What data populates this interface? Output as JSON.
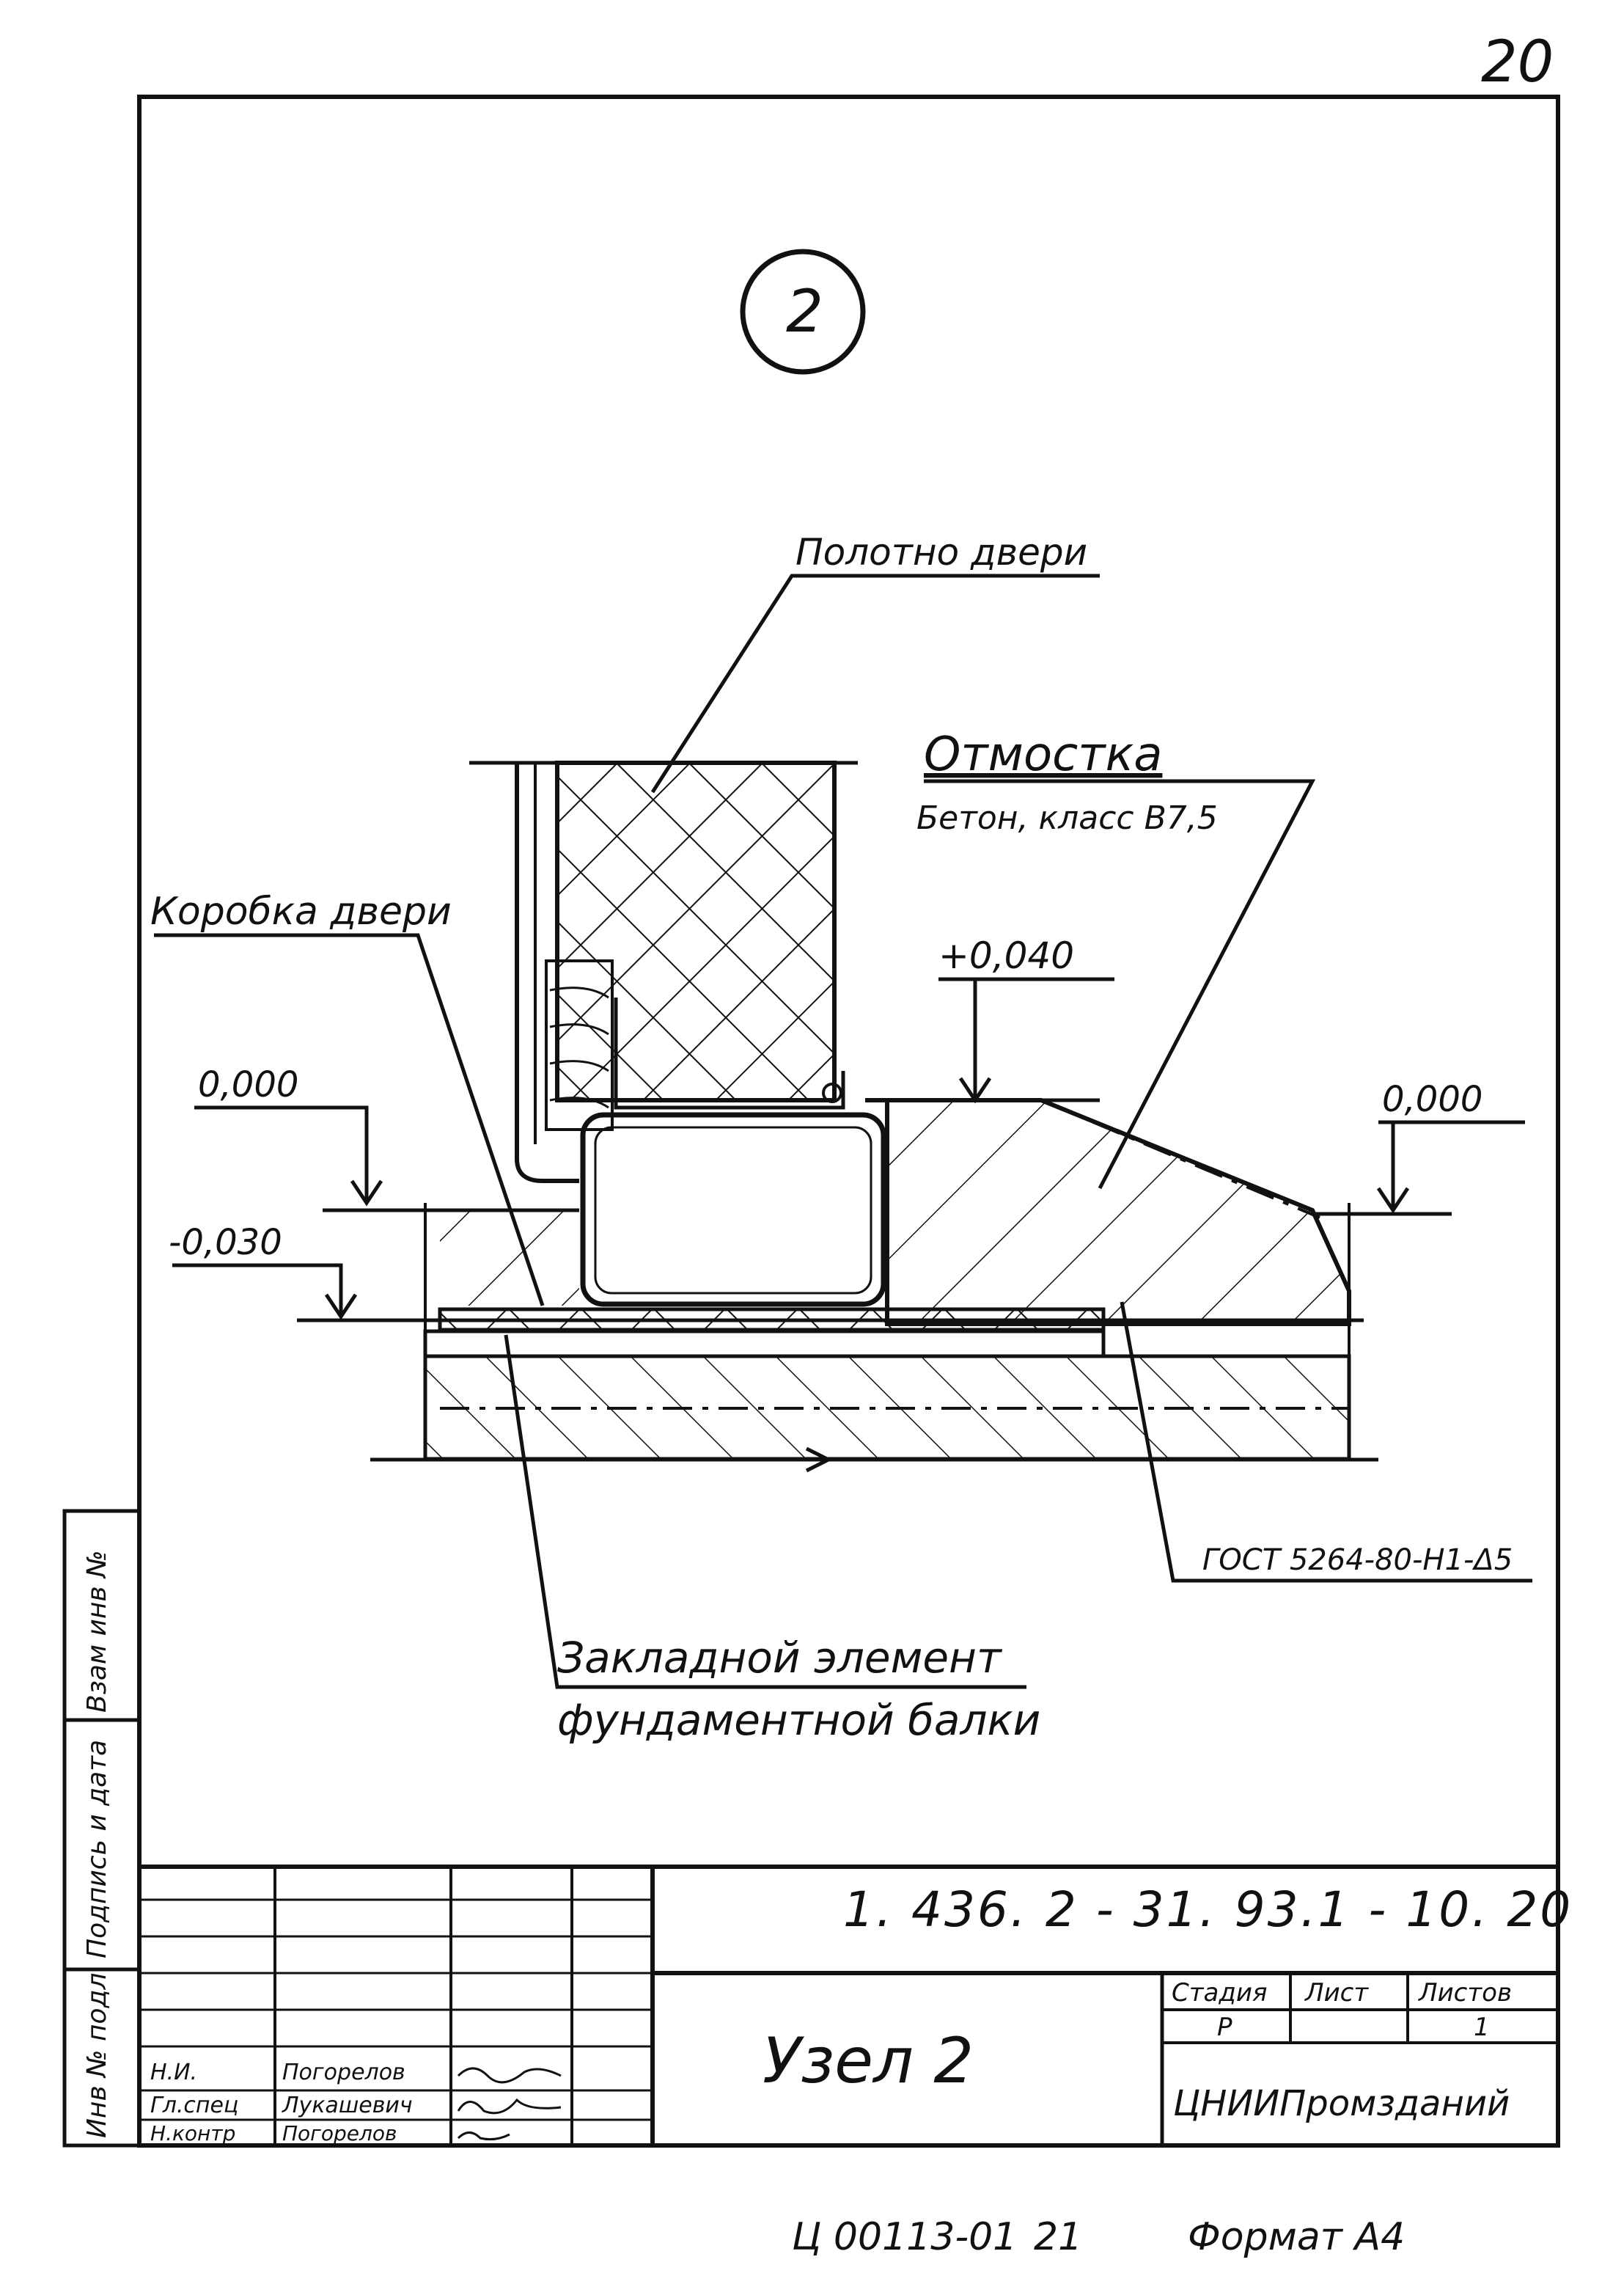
{
  "sheet_number": "20",
  "node_marker": "2",
  "labels": {
    "door_leaf": "Полотно двери",
    "blind_area": "Отмостка",
    "blind_area_material": "Бетон, класс В7,5",
    "door_frame": "Коробка двери",
    "level_plus_040": "+0,040",
    "level_000_left": "0,000",
    "level_000_right": "0,000",
    "level_minus_030": "-0,030",
    "gost": "ГОСТ 5264-80-Н1-Δ5",
    "embedded_line1": "Закладной элемент",
    "embedded_line2": "фундаментной балки"
  },
  "title_block": {
    "document_code": "1. 436. 2 - 31. 93.1 - 10. 20",
    "node_title": "Узел 2",
    "stage_header": "Стадия",
    "sheet_header": "Лист",
    "sheets_header": "Листов",
    "stage_value": "Р",
    "sheets_value": "1",
    "organization": "ЦНИИПромзданий",
    "rows": [
      {
        "role": "Н.И.",
        "name": "Погорелов"
      },
      {
        "role": "Гл.спец",
        "name": "Лукашевич"
      },
      {
        "role": "Н.контр",
        "name": "Погорелов"
      }
    ]
  },
  "side_stamp": {
    "inv": "Взам инв №",
    "sign_date": "Подпись и дата",
    "inv_orig": "Инв № подл"
  },
  "footer": {
    "code": "Ц 00113-01",
    "page": "21",
    "format": "Формат А4"
  }
}
